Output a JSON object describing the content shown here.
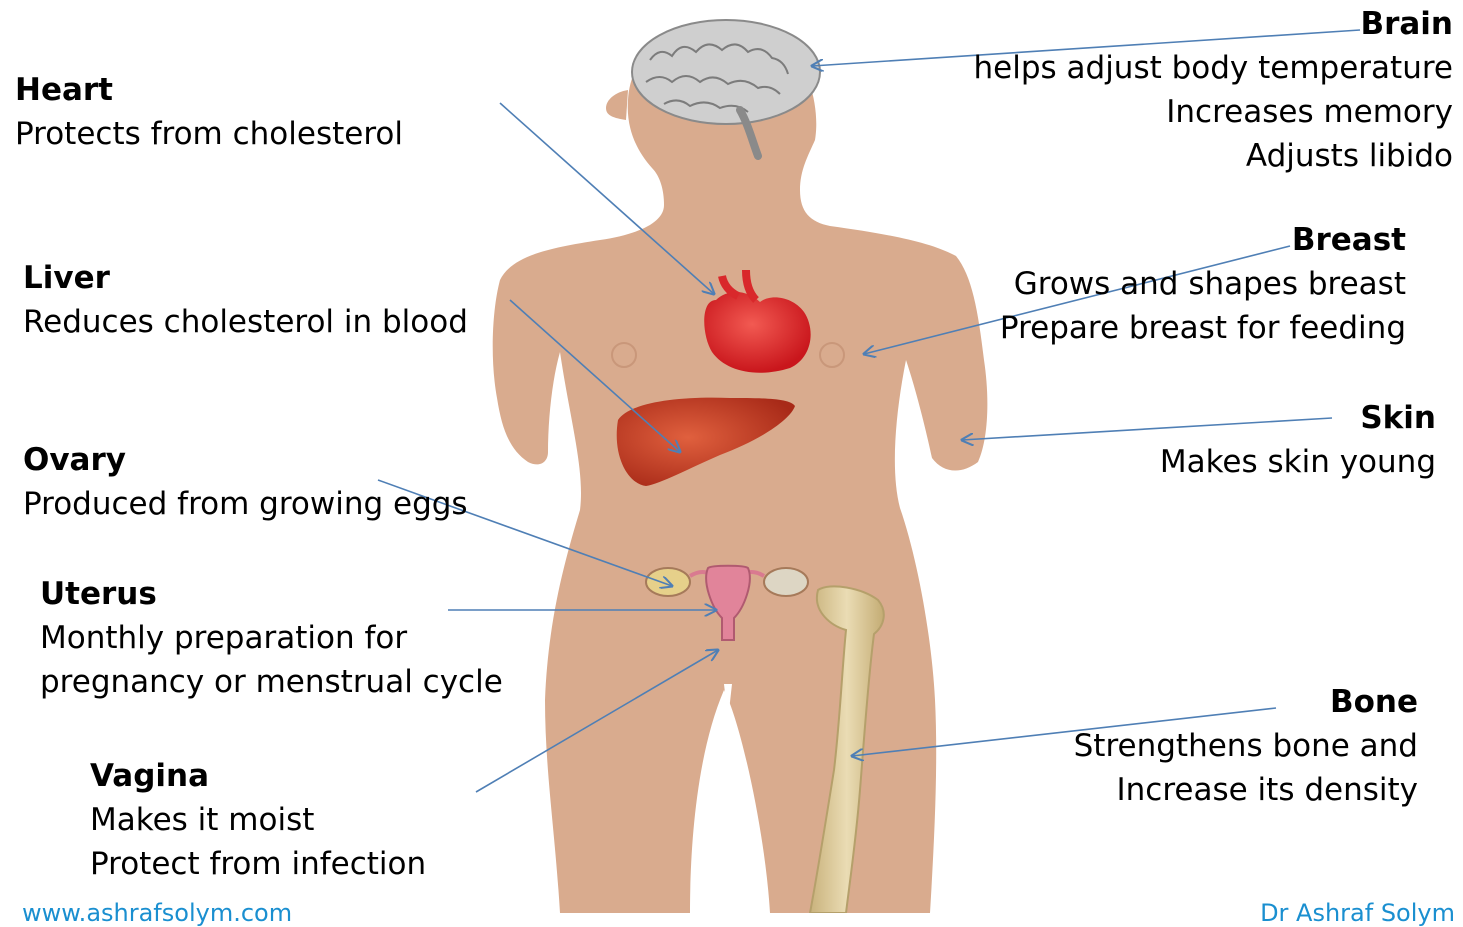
{
  "labels": {
    "heart": {
      "title": "Heart",
      "lines": [
        "Protects from cholesterol"
      ]
    },
    "liver": {
      "title": "Liver",
      "lines": [
        "Reduces cholesterol in blood"
      ]
    },
    "ovary": {
      "title": "Ovary",
      "lines": [
        "Produced from growing eggs"
      ]
    },
    "uterus": {
      "title": "Uterus",
      "lines": [
        "Monthly preparation for",
        "pregnancy or menstrual cycle"
      ]
    },
    "vagina": {
      "title": "Vagina",
      "lines": [
        "Makes it moist",
        "Protect from infection"
      ]
    },
    "brain": {
      "title": "Brain",
      "lines": [
        "helps adjust body temperature",
        "Increases memory",
        "Adjusts libido"
      ]
    },
    "breast": {
      "title": "Breast",
      "lines": [
        "Grows and shapes breast",
        "Prepare breast for feeding"
      ]
    },
    "skin": {
      "title": "Skin",
      "lines": [
        "Makes skin young"
      ]
    },
    "bone": {
      "title": "Bone",
      "lines": [
        "Strengthens bone and",
        "Increase its density"
      ]
    }
  },
  "footer": {
    "left": "www.ashrafsolym.com",
    "right": "Dr Ashraf Solym"
  },
  "colors": {
    "skin": "#d9ab8e",
    "arrow": "#4f7fb5",
    "heart": "#d9282b",
    "liver": "#c23a22",
    "uterus": "#e1849a",
    "bone": "#d9c493",
    "brain": "#c8c8c8",
    "footer": "#1a8fd0"
  }
}
